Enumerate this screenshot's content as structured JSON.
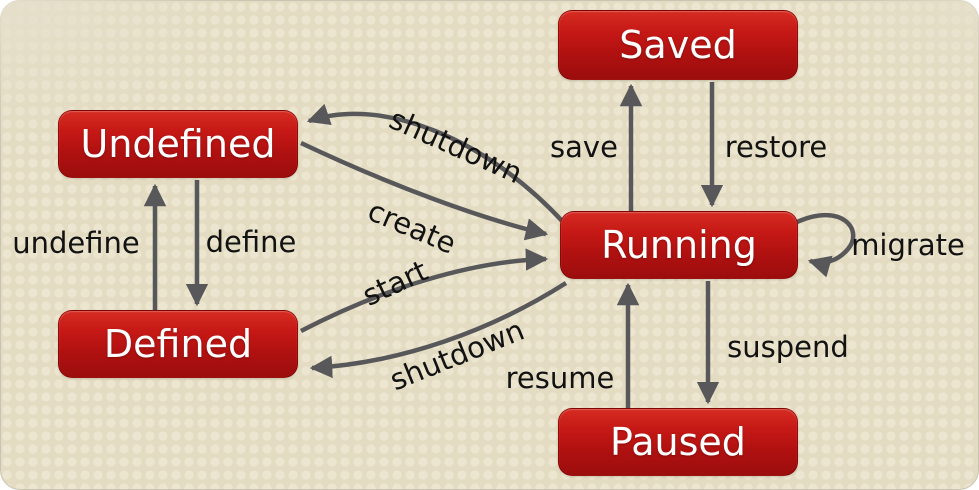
{
  "diagram": {
    "states": {
      "saved": "Saved",
      "undefined": "Undefined",
      "running": "Running",
      "defined": "Defined",
      "paused": "Paused"
    },
    "transitions": {
      "shutdown_top": "shutdown",
      "create": "create",
      "start": "start",
      "shutdown_bottom": "shutdown",
      "undefine": "undefine",
      "define": "define",
      "save": "save",
      "restore": "restore",
      "migrate": "migrate",
      "suspend": "suspend",
      "resume": "resume"
    },
    "colors": {
      "background": "#e3dcc2",
      "background_dot": "#ece6d1",
      "state_fill_top": "#d52c22",
      "state_fill_bottom": "#9c0d0d",
      "state_text": "#ffffff",
      "arrow": "#58585a",
      "label_text": "#121212"
    }
  }
}
